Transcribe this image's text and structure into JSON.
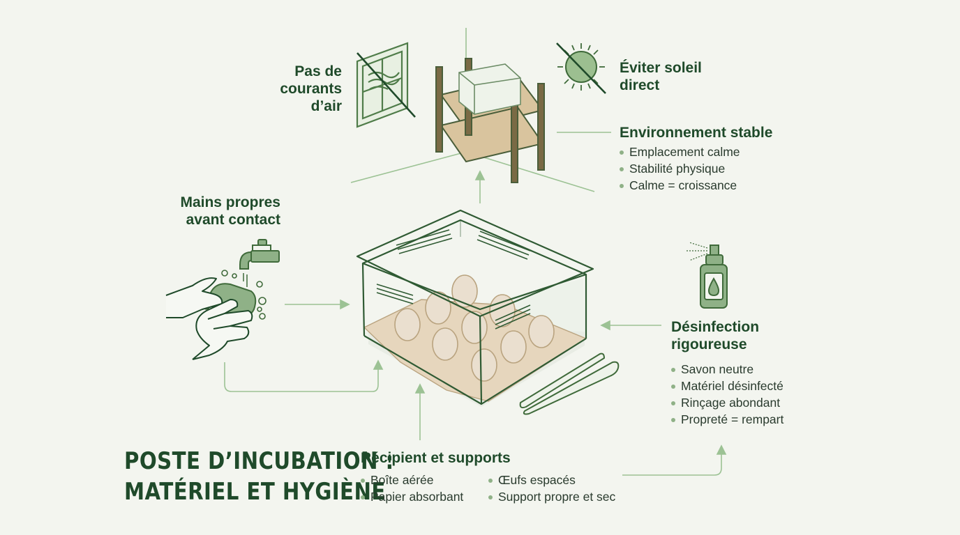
{
  "title": {
    "line1": "POSTE D’INCUBATION :",
    "line2": "MATÉRIEL ET HYGIÈNE"
  },
  "draft": {
    "line1": "Pas de",
    "line2": "courants",
    "line3": "d’air"
  },
  "sun": {
    "line1": "Éviter soleil",
    "line2": "direct"
  },
  "environment": {
    "heading": "Environnement stable",
    "items": [
      "Emplacement calme",
      "Stabilité physique",
      "Calme = croissance"
    ]
  },
  "hands": {
    "line1": "Mains propres",
    "line2": "avant contact"
  },
  "disinfection": {
    "line1": "Désinfection",
    "line2": "rigoureuse",
    "items": [
      "Savon neutre",
      "Matériel désinfecté",
      "Rinçage abondant",
      "Propreté = rempart"
    ]
  },
  "container": {
    "heading": "Récipient et supports",
    "col1": [
      "Boîte aérée",
      "Papier absorbant"
    ],
    "col2": [
      "Œufs espacés",
      "Support propre et sec"
    ]
  },
  "colors": {
    "dark_green": "#1f4a2a",
    "mid_green": "#5f8c5a",
    "light_green": "#9cc294",
    "sand": "#e6d6bd",
    "background": "#f3f5ef"
  },
  "icons": [
    "window-icon",
    "no-draft-icon",
    "shelf-icon",
    "sun-icon",
    "faucet-icon",
    "soap-icon",
    "hands-icon",
    "spray-bottle-icon",
    "tongs-icon",
    "container-icon",
    "eggs-icon"
  ]
}
